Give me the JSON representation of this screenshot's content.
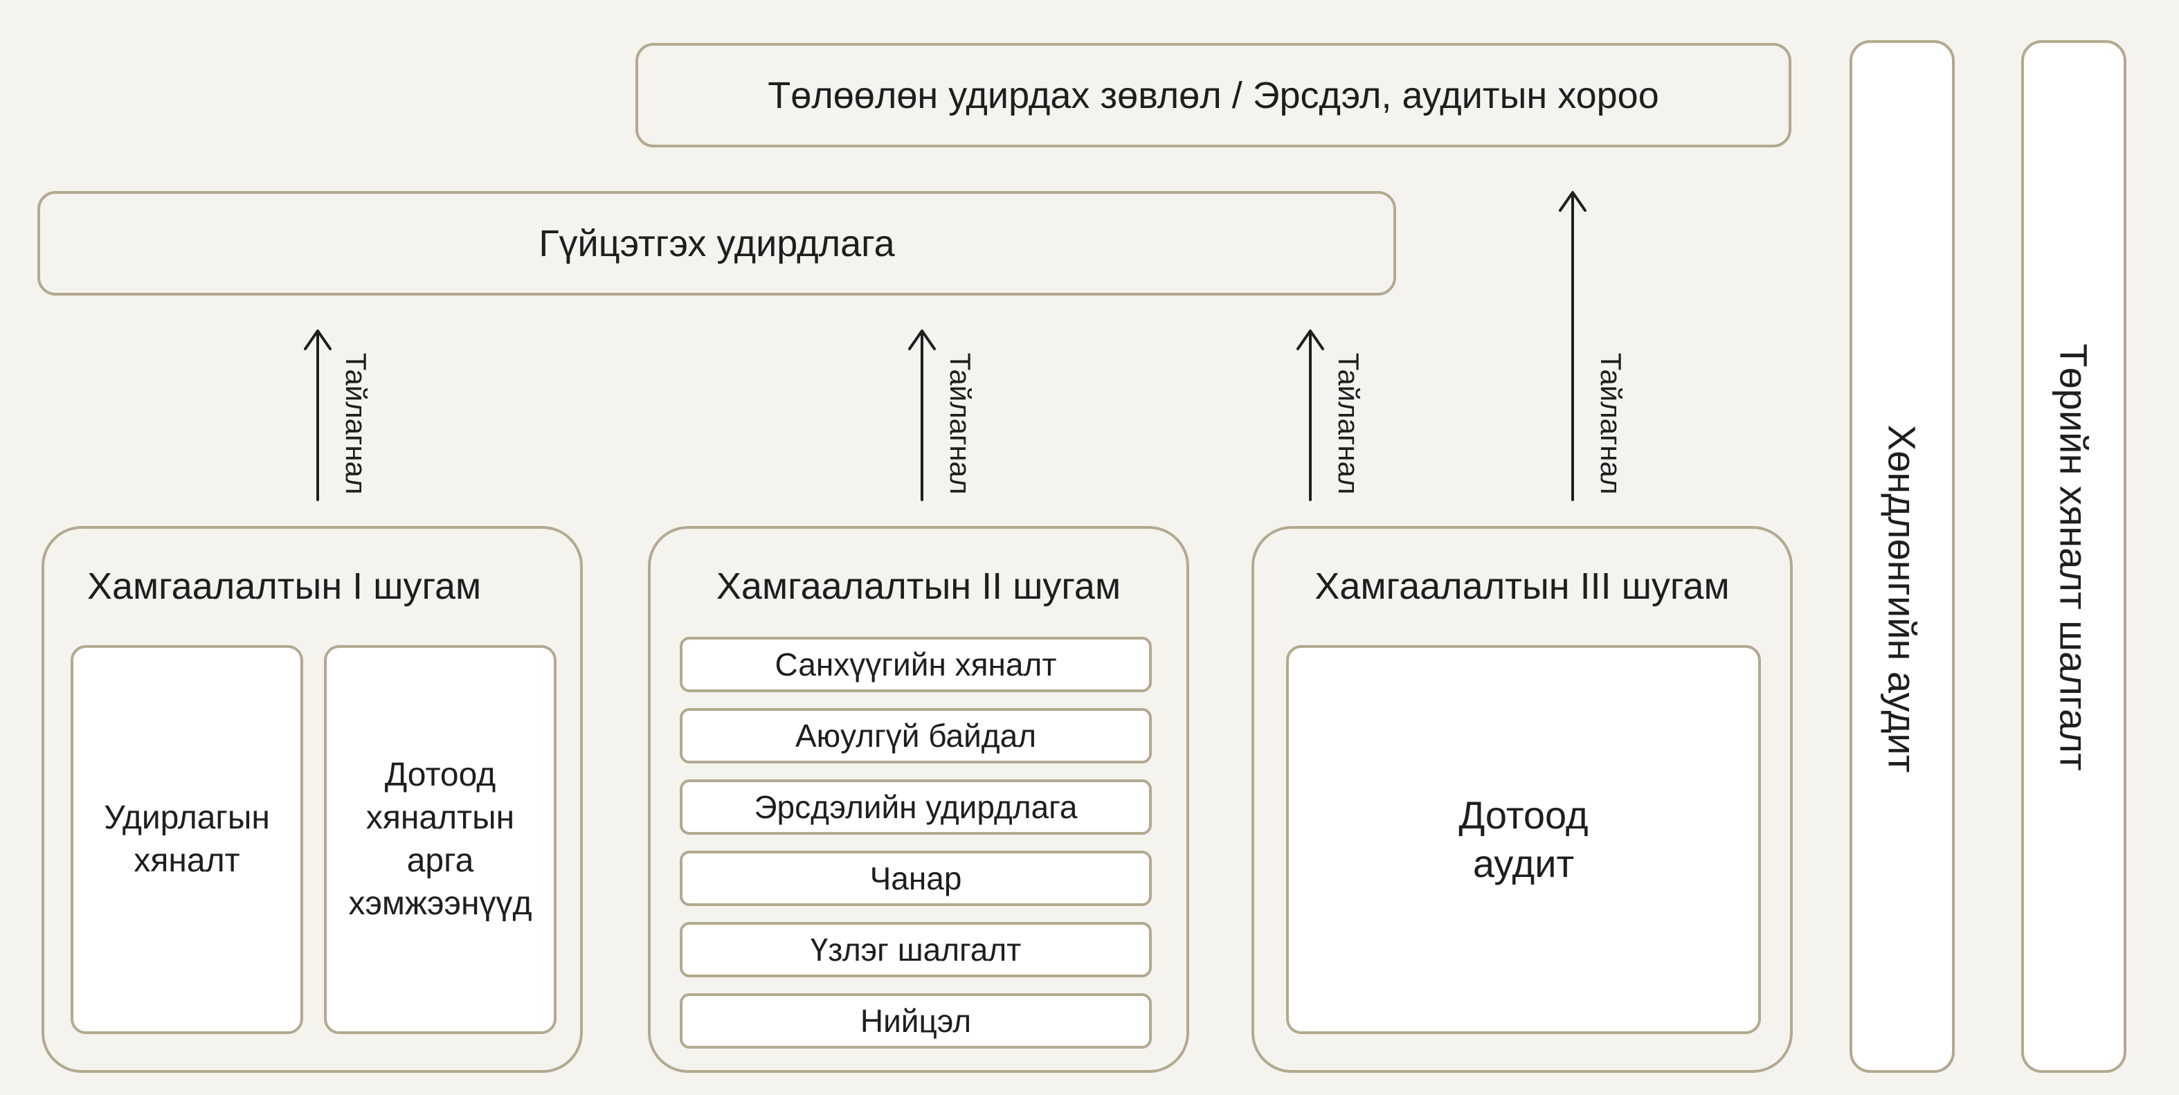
{
  "board": {
    "label": "Төлөөлөн удирдах зөвлөл / Эрсдэл, аудитын хороо"
  },
  "executive": {
    "label": "Гүйцэтгэх удирдлага"
  },
  "report_label": "Тайлагнал",
  "line1": {
    "title": "Хамгаалалтын I шугам",
    "items": [
      "Удирлагын хяналт",
      "Дотоод хяналтын арга хэмжээнүүд"
    ]
  },
  "line2": {
    "title": "Хамгаалалтын II шугам",
    "items": [
      "Санхүүгийн хяналт",
      "Аюулгүй байдал",
      "Эрсдэлийн удирдлага",
      "Чанар",
      "Үзлэг шалгалт",
      "Нийцэл"
    ]
  },
  "line3": {
    "title": "Хамгаалалтын III шугам",
    "items": [
      "Дотоод аудит"
    ]
  },
  "external_audit": {
    "label": "Хөндлөнгийн аудит"
  },
  "government_inspection": {
    "label": "Төрийн хяналт шалгалт"
  },
  "colors": {
    "background": "#f5f3ee",
    "border": "#b3a990",
    "box_fill": "#ffffff",
    "text": "#1e1e1e",
    "arrow": "#1e1e1e"
  }
}
